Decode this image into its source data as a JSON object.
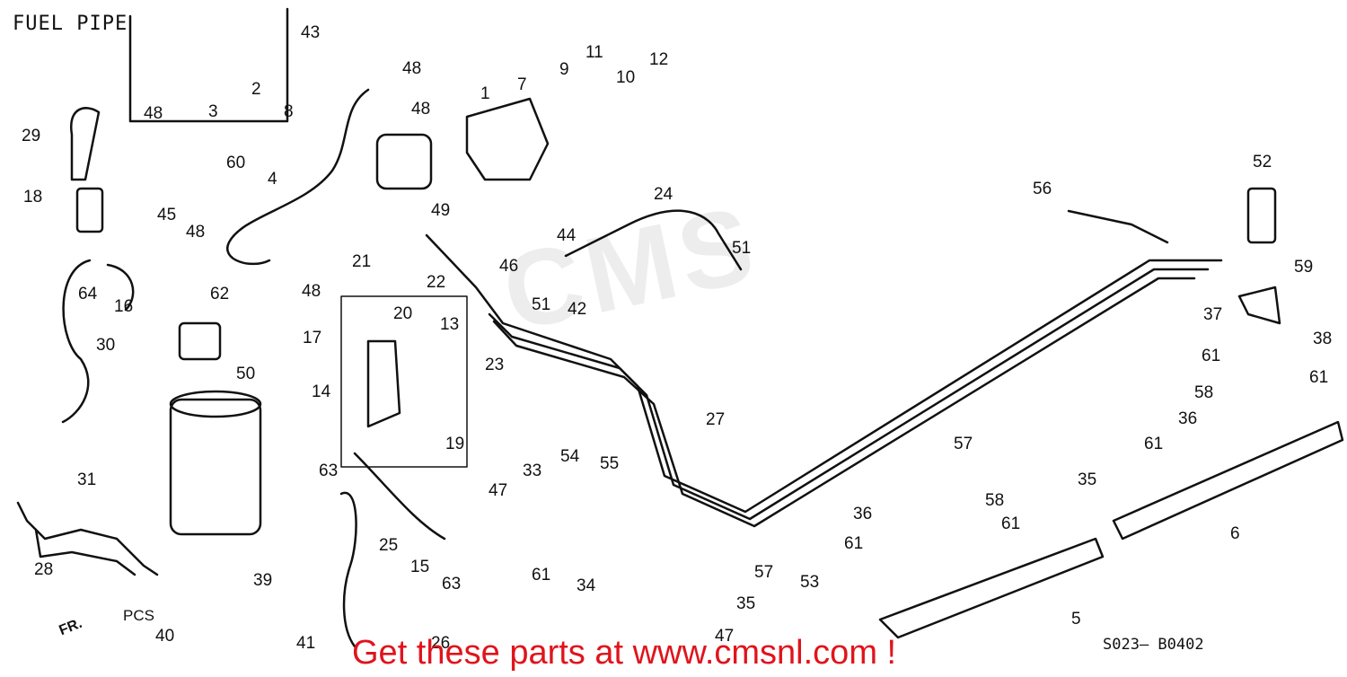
{
  "title": "FUEL PIPE",
  "diagram_code": "S023– B0402",
  "promo_text": "Get these parts at www.cmsnl.com !",
  "pcs_label": "PCS",
  "front_label": "FR.",
  "watermark": "CMS",
  "colors": {
    "line": "#111111",
    "promo": "#e0141c",
    "background": "#ffffff"
  },
  "part_numbers": [
    "1",
    "2",
    "3",
    "4",
    "5",
    "6",
    "7",
    "8",
    "9",
    "10",
    "11",
    "12",
    "13",
    "14",
    "15",
    "16",
    "17",
    "18",
    "19",
    "20",
    "21",
    "22",
    "23",
    "24",
    "25",
    "26",
    "27",
    "28",
    "29",
    "30",
    "31",
    "33",
    "34",
    "35",
    "36",
    "37",
    "38",
    "39",
    "40",
    "41",
    "42",
    "43",
    "44",
    "45",
    "46",
    "47",
    "48",
    "49",
    "50",
    "51",
    "52",
    "53",
    "54",
    "55",
    "56",
    "57",
    "58",
    "59",
    "60",
    "61",
    "62",
    "63",
    "64"
  ]
}
